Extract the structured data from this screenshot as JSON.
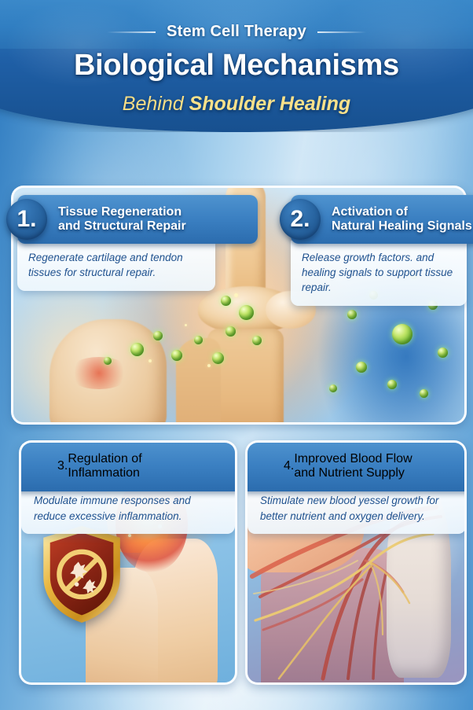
{
  "header": {
    "eyebrow": "Stem Cell Therapy",
    "title": "Biological Mechanisms",
    "subtitle_lead": "Behind ",
    "subtitle_emphasis": "Shoulder Healing",
    "band_color": "#1f5fa6",
    "eyebrow_color": "#ffffff",
    "title_color": "#ffffff",
    "subtitle_color": "#f7dd85"
  },
  "theme": {
    "page_background_blue": "#63a5d8",
    "card_header_blue": "#3b80c2",
    "badge_navy": "#27639f",
    "body_text_blue": "#20528f",
    "card_border_white": "#ffffff",
    "stem_cell_green": "#79bf35",
    "inflammation_orange": "#e2502f",
    "shield_gold": "#e8b23c"
  },
  "cards": [
    {
      "number": "1.",
      "title_line1": "Tissue Regeneration",
      "title_line2": "and Structural Repair",
      "body": "Regenerate cartilage and tendon tissues for structural repair.",
      "image_alt": "joint-cross-section-with-stem-cells"
    },
    {
      "number": "2.",
      "title_line1": "Activation of",
      "title_line2": "Natural Healing Signals",
      "body": "Release growth factors. and healing signals to support tissue repair.",
      "image_alt": "green-stem-cells-releasing-signals"
    },
    {
      "number": "3.",
      "title_line1": "Regulation of",
      "title_line2": "Inflammation",
      "body": "Modulate immune responses and reduce excessive inflammation.",
      "image_alt": "gold-shield-blocking-inflamed-joint"
    },
    {
      "number": "4.",
      "title_line1": "Improved Blood Flow",
      "title_line2": "and Nutrient Supply",
      "body": "Stimulate new blood yessel growth for better nutrient and oxygen delivery.",
      "image_alt": "shoulder-anatomy-blood-vessels"
    }
  ]
}
